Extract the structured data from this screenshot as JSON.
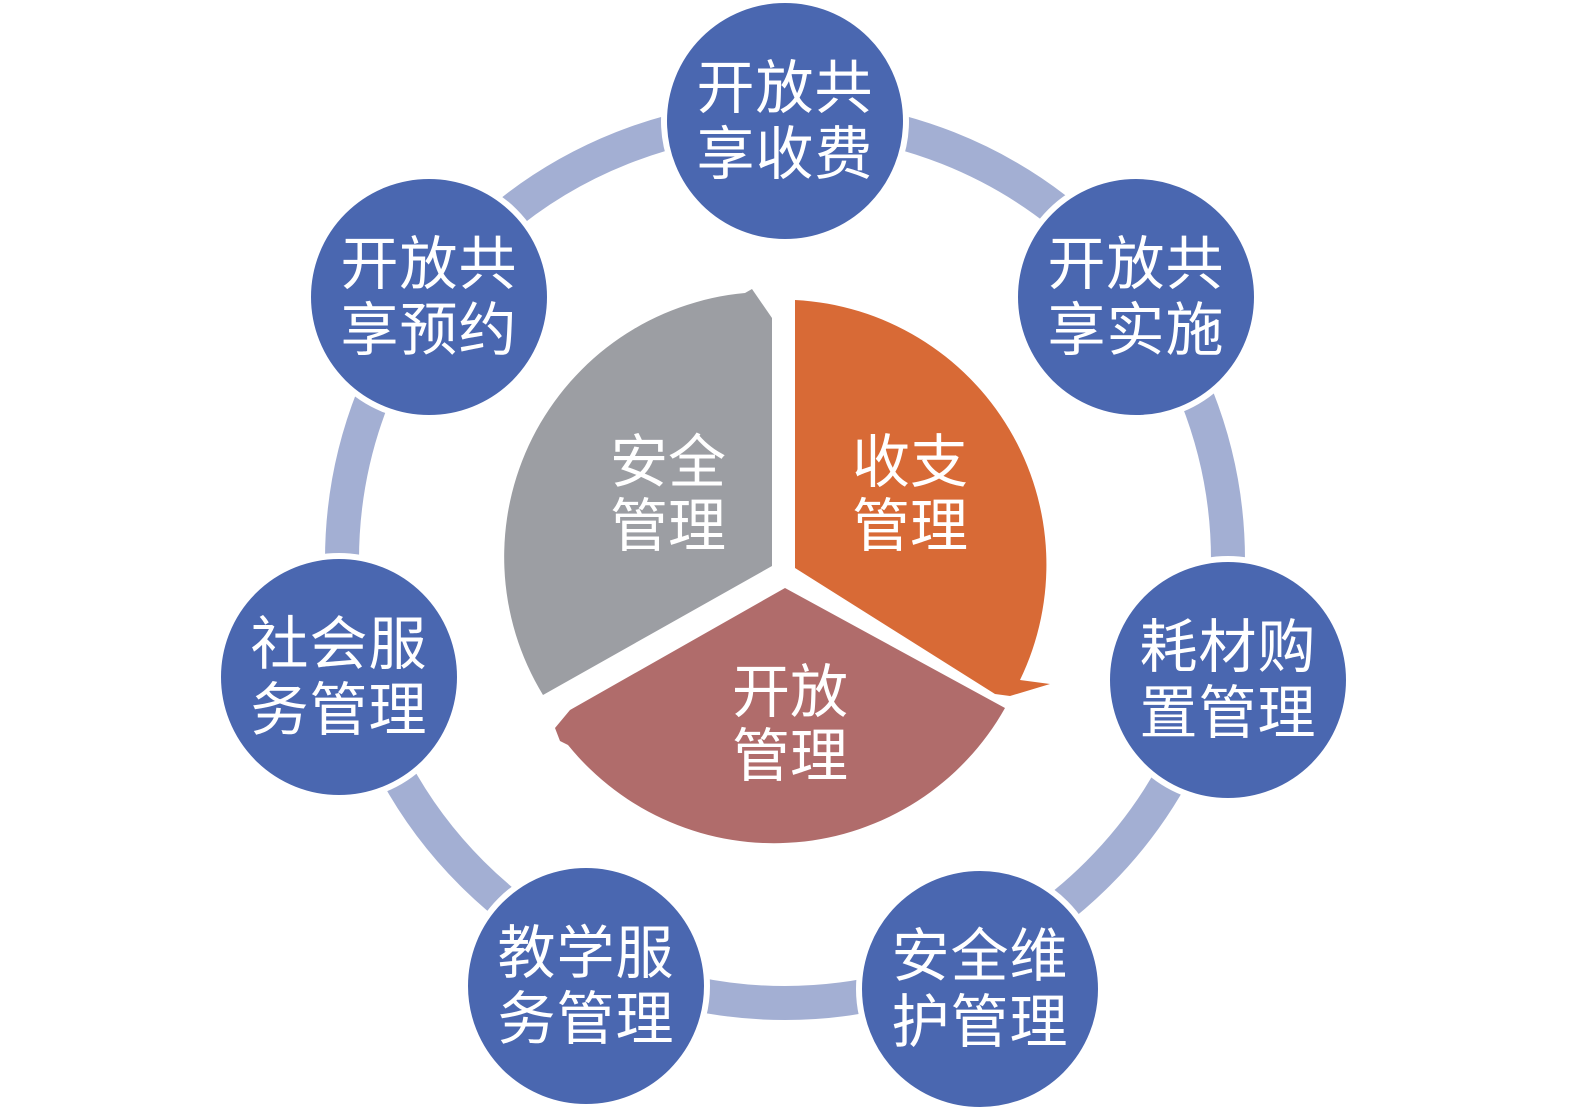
{
  "center": {
    "segments": [
      {
        "id": "security",
        "line1": "安全",
        "line2": "管理",
        "color": "#9c9ea3"
      },
      {
        "id": "finance",
        "line1": "收支",
        "line2": "管理",
        "color": "#d86a36"
      },
      {
        "id": "open",
        "line1": "开放",
        "line2": "管理",
        "color": "#b06c6b"
      }
    ]
  },
  "nodes": [
    {
      "id": "fee",
      "line1": "开放共",
      "line2": "享收费"
    },
    {
      "id": "implement",
      "line1": "开放共",
      "line2": "享实施"
    },
    {
      "id": "purchase",
      "line1": "耗材购",
      "line2": "置管理"
    },
    {
      "id": "safety",
      "line1": "安全维",
      "line2": "护管理"
    },
    {
      "id": "teaching",
      "line1": "教学服",
      "line2": "务管理"
    },
    {
      "id": "social",
      "line1": "社会服",
      "line2": "务管理"
    },
    {
      "id": "booking",
      "line1": "开放共",
      "line2": "享预约"
    }
  ],
  "colors": {
    "node": "#4a67b0",
    "ring": "#a3afd3"
  }
}
